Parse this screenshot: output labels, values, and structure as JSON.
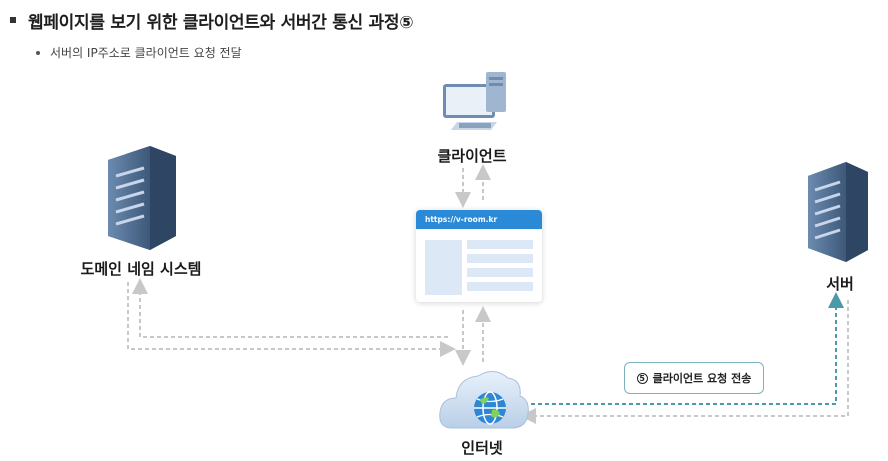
{
  "heading": {
    "title": "웹페이지를 보기 위한 클라이언트와 서버간 통신 과정⑤"
  },
  "bullet": {
    "text": "서버의 IP주소로 클라이언트 요청 전달"
  },
  "nodes": {
    "client": "클라이언트",
    "dns": "도메인 네임 시스템",
    "server": "서버",
    "internet": "인터넷"
  },
  "browser": {
    "url": "https://v-room.kr"
  },
  "callout": {
    "number": "5",
    "text": "클라이언트 요청 전송"
  },
  "colors": {
    "browser_bar": "#2a8ad8",
    "highlight_arrow": "#4a9aa8",
    "gray_arrow": "#c8c8c8",
    "callout_border": "#7ab3bf"
  }
}
